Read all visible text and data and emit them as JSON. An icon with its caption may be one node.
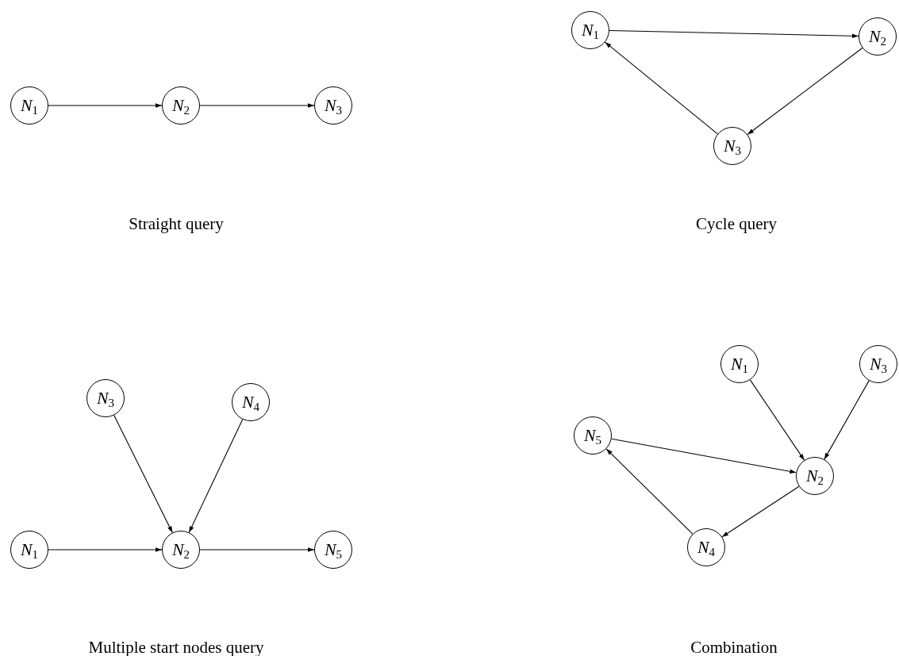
{
  "diagram": {
    "nodes": [
      {
        "text": [
          "*N*$_{1}$"
        ]
      },
      {
        "text": [
          "*N*$_{2}$"
        ]
      },
      {
        "text": [
          "*N*$_{3}$"
        ]
      },
      {
        "text": [
          "*N*$_{1}$"
        ]
      },
      {
        "text": [
          "*N*$_{2}$"
        ]
      },
      {
        "text": [
          "*N*$_{3}$"
        ]
      },
      {
        "text": [
          "*N*$_{3}$"
        ]
      },
      {
        "text": [
          "*N*$_{4}$"
        ]
      },
      {
        "text": [
          "*N*$_{1}$"
        ]
      },
      {
        "text": [
          "*N*$_{2}$"
        ]
      },
      {
        "text": [
          "*N*$_{5}$"
        ]
      },
      {
        "text": [
          "*N*$_{1}$"
        ]
      },
      {
        "text": [
          "*N*$_{3}$"
        ]
      },
      {
        "text": [
          "*N*$_{5}$"
        ]
      },
      {
        "text": [
          "*N*$_{2}$"
        ]
      },
      {
        "text": [
          "*N*$_{4}$"
        ]
      }
    ],
    "edges": [
      {
        "from": 0,
        "to": 1,
        "arrow": "to"
      },
      {
        "from": 1,
        "to": 2,
        "arrow": "to"
      },
      {
        "from": 3,
        "to": 4,
        "arrow": "to"
      },
      {
        "from": 4,
        "to": 5,
        "arrow": "to"
      },
      {
        "from": 5,
        "to": 3,
        "arrow": "to"
      },
      {
        "from": 6,
        "to": 9,
        "arrow": "to"
      },
      {
        "from": 7,
        "to": 9,
        "arrow": "to"
      },
      {
        "from": 8,
        "to": 9,
        "arrow": "to"
      },
      {
        "from": 9,
        "to": 10,
        "arrow": "to"
      },
      {
        "from": 11,
        "to": 14,
        "arrow": "to"
      },
      {
        "from": 12,
        "to": 14,
        "arrow": "to"
      },
      {
        "from": 13,
        "to": 14,
        "arrow": "to"
      },
      {
        "from": 14,
        "to": 15,
        "arrow": "to"
      },
      {
        "from": 15,
        "to": 13,
        "arrow": "to"
      }
    ],
    "labels": [
      "Straight query",
      "Cycle query",
      "Multiple start nodes query",
      "Combination"
    ]
  }
}
